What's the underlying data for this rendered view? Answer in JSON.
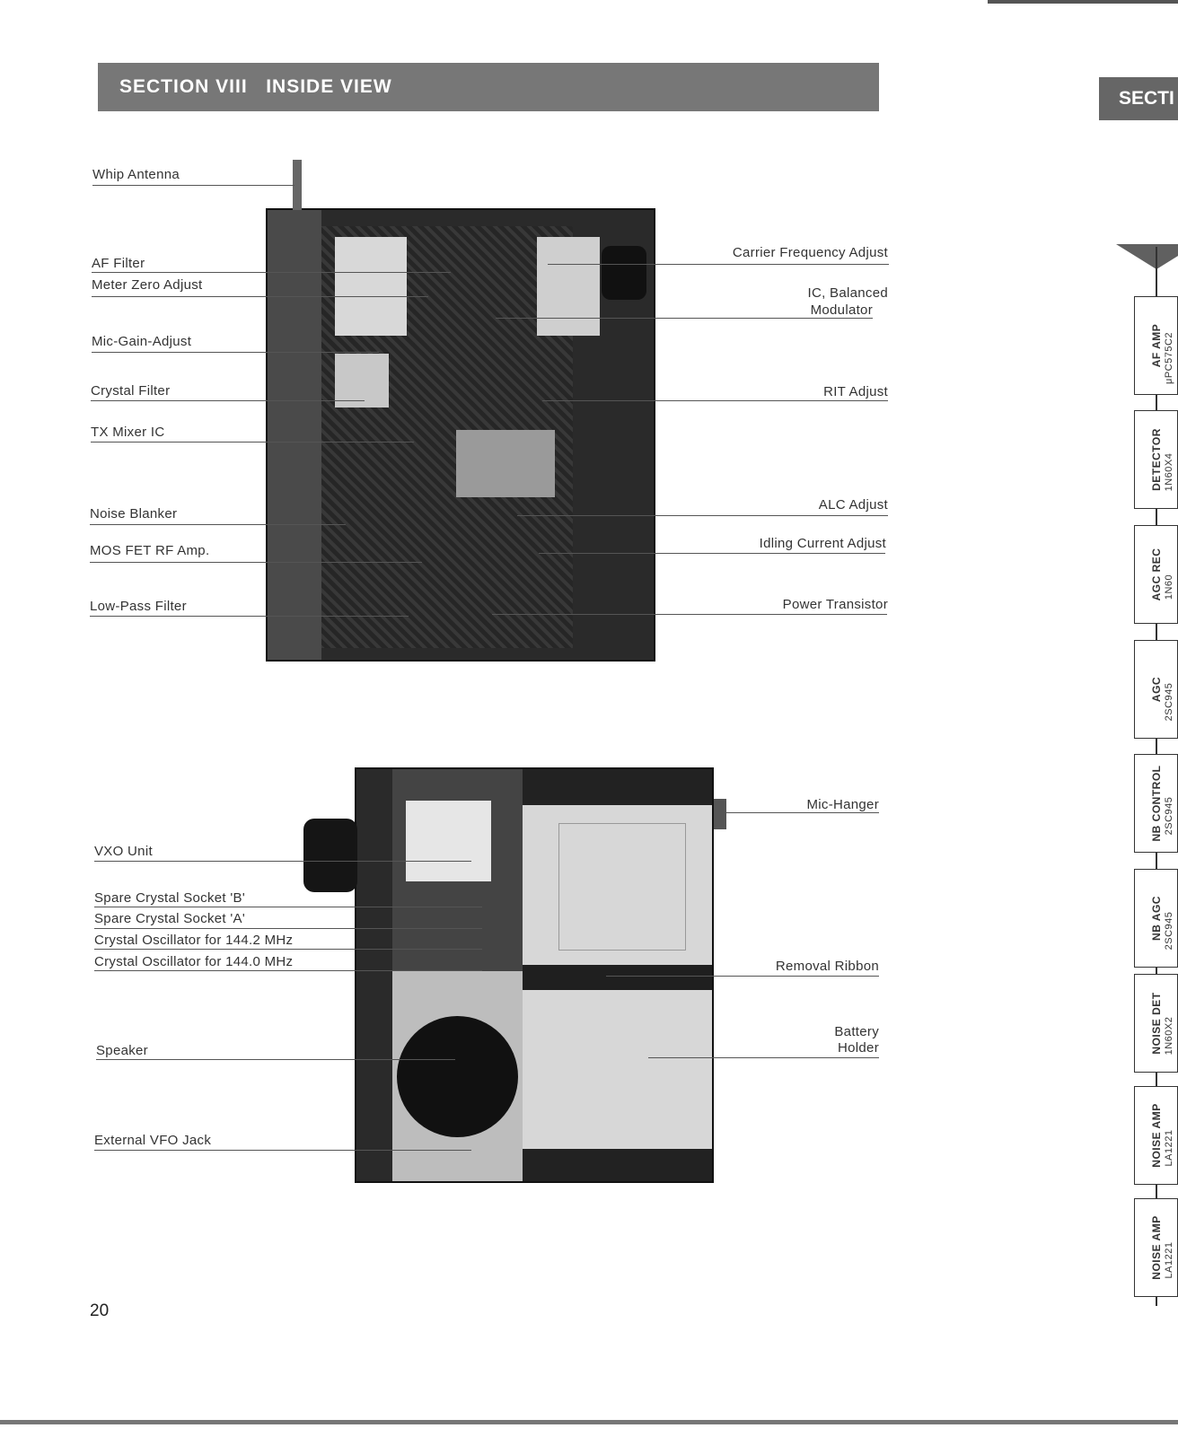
{
  "header": {
    "section_title": "SECTION VIII   INSIDE VIEW",
    "next_section_fragment": "SECTI"
  },
  "figure1_labels": {
    "whip_antenna": "Whip Antenna",
    "af_filter": "AF Filter",
    "meter_zero_adjust": "Meter Zero Adjust",
    "mic_gain_adjust": "Mic-Gain-Adjust",
    "crystal_filter": "Crystal Filter",
    "tx_mixer_ic": "TX Mixer IC",
    "noise_blanker": "Noise Blanker",
    "mos_fet_rf_amp": "MOS FET RF Amp.",
    "low_pass_filter": "Low-Pass Filter",
    "carrier_frequency_adjust": "Carrier Frequency Adjust",
    "ic_balanced_modulator_1": "IC, Balanced",
    "ic_balanced_modulator_2": "Modulator",
    "rit_adjust": "RIT Adjust",
    "alc_adjust": "ALC Adjust",
    "idling_current_adjust": "Idling Current Adjust",
    "power_transistor": "Power Transistor"
  },
  "figure2_labels": {
    "vxo_unit": "VXO Unit",
    "spare_crystal_b": "Spare Crystal Socket 'B'",
    "spare_crystal_a": "Spare Crystal Socket 'A'",
    "xtal_osc_1442": "Crystal Oscillator for 144.2 MHz",
    "xtal_osc_1440": "Crystal Oscillator for 144.0 MHz",
    "speaker": "Speaker",
    "external_vfo_jack": "External VFO Jack",
    "mic_hanger": "Mic-Hanger",
    "removal_ribbon": "Removal Ribbon",
    "battery_holder_1": "Battery",
    "battery_holder_2": "Holder"
  },
  "block_diagram": [
    {
      "name": "AF AMP",
      "part": "μPC575C2"
    },
    {
      "name": "DETECTOR",
      "part": "1N60X4"
    },
    {
      "name": "AGC REC",
      "part": "1N60"
    },
    {
      "name": "AGC",
      "part": "2SC945"
    },
    {
      "name": "NB CONTROL",
      "part": "2SC945"
    },
    {
      "name": "NB AGC",
      "part": "2SC945"
    },
    {
      "name": "NOISE DET",
      "part": "1N60X2"
    },
    {
      "name": "NOISE AMP",
      "part": "LA1221"
    },
    {
      "name": "NOISE AMP",
      "part": "LA1221"
    }
  ],
  "page_number": "20"
}
